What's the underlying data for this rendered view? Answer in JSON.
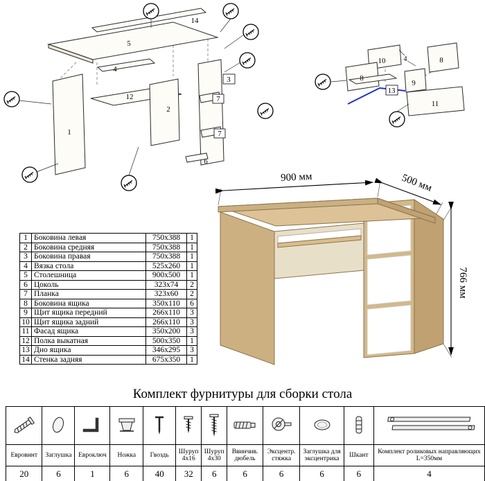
{
  "title": "Комплект фурнитуры для сборки стола",
  "desk": {
    "dim_width": "900 мм",
    "dim_depth": "500 мм",
    "dim_height": "766 мм",
    "wood_color": "#d4b888",
    "wood_dark": "#c0a172",
    "drawer_color": "#ffffff"
  },
  "parts": {
    "rows": [
      {
        "num": "1",
        "name": "Боковина левая",
        "size": "750x388",
        "qty": "1"
      },
      {
        "num": "2",
        "name": "Боковина средняя",
        "size": "750x388",
        "qty": "1"
      },
      {
        "num": "3",
        "name": "Боковина правая",
        "size": "750x388",
        "qty": "1"
      },
      {
        "num": "4",
        "name": "Вязка стола",
        "size": "525x260",
        "qty": "1"
      },
      {
        "num": "5",
        "name": "Столешница",
        "size": "900x500",
        "qty": "1"
      },
      {
        "num": "6",
        "name": "Цоколь",
        "size": "323x74",
        "qty": "2"
      },
      {
        "num": "7",
        "name": "Планка",
        "size": "323x60",
        "qty": "2"
      },
      {
        "num": "8",
        "name": "Боковина ящика",
        "size": "350x110",
        "qty": "6"
      },
      {
        "num": "9",
        "name": "Щит ящика передний",
        "size": "266x110",
        "qty": "3"
      },
      {
        "num": "10",
        "name": "Щит ящика задний",
        "size": "266x110",
        "qty": "3"
      },
      {
        "num": "11",
        "name": "Фасад ящика",
        "size": "350x200",
        "qty": "3"
      },
      {
        "num": "12",
        "name": "Полка выкатная",
        "size": "500x350",
        "qty": "1"
      },
      {
        "num": "13",
        "name": "Дно ящика",
        "size": "346x295",
        "qty": "3"
      },
      {
        "num": "14",
        "name": "Стенка задняя",
        "size": "675x350",
        "qty": "1"
      }
    ]
  },
  "hardware": {
    "items": [
      {
        "icon": "euroscrew-icon",
        "name": "Евровинт",
        "qty": "20"
      },
      {
        "icon": "plug-icon",
        "name": "Заглушка",
        "qty": "6"
      },
      {
        "icon": "hexkey-icon",
        "name": "Евроключ",
        "qty": "1"
      },
      {
        "icon": "leg-icon",
        "name": "Ножка",
        "qty": "6"
      },
      {
        "icon": "nail-icon",
        "name": "Гвоздь",
        "qty": "40"
      },
      {
        "icon": "screw-4x16-icon",
        "name": "Шуруп 4х16",
        "qty": "32"
      },
      {
        "icon": "screw-4x30-icon",
        "name": "Шуруп 4х30",
        "qty": "6"
      },
      {
        "icon": "screwin-dowel-icon",
        "name": "Ввинчив. дюбель",
        "qty": "6"
      },
      {
        "icon": "eccentric-icon",
        "name": "Эксцентр. стяжка",
        "qty": "6"
      },
      {
        "icon": "eccentric-cap-icon",
        "name": "Заглушка для эксцентрика",
        "qty": "6"
      },
      {
        "icon": "wood-dowel-icon",
        "name": "Шкант",
        "qty": "6"
      },
      {
        "icon": "drawer-slides-icon",
        "name": "Комплект роликовых направляющих L=350мм",
        "qty": "4"
      }
    ]
  },
  "diagrams": {
    "desk_exploded": {
      "labels": {
        "l14": "14",
        "l5": "5",
        "l4": "4",
        "l12": "12",
        "l2": "2",
        "l1": "1",
        "l3": "3",
        "l7a": "7",
        "l7b": "7",
        "l6": "6"
      }
    },
    "drawer_exploded": {
      "labels": {
        "l10": "10",
        "l8a": "8",
        "l8b": "8",
        "l9": "9",
        "l13": "13",
        "l11": "11",
        "l4": "4"
      }
    }
  }
}
